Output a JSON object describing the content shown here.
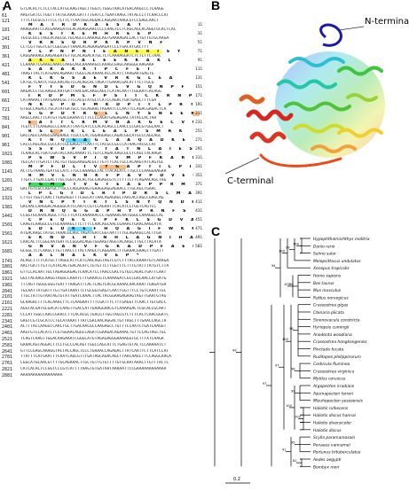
{
  "labels": {
    "a": "A",
    "b": "B",
    "c": "C"
  },
  "panel_b": {
    "n_terminal": "N-terminal",
    "c_terminal": "C-terminal"
  },
  "panel_c": {
    "scale_label": "0.2",
    "taxa": [
      "Hypophthalmichthys molitrix",
      "Danio rerio",
      "Salmo salar",
      "Melopsittacus undulatus",
      "Xenopus tropicalis",
      "Homo sapiens",
      "Bos taurus",
      "Mus musculus",
      "Rattus norvegicus",
      "Crassostrea gigas",
      "Ctenaria plicata",
      "Sinonovacula constricta",
      "Hyriopsis cumingii",
      "Anodonta woodiana",
      "Crassostrea hongkongensis",
      "Pinctada fucata",
      "Ruditapes philippinarum",
      "Corbicula fluminea",
      "Crassostrea virginica",
      "Mytilus coruscus",
      "Argopecten irradians",
      "Azumapecten farreri",
      "Mizuhopecten yessoensis",
      "Haliotis rufescens",
      "Haliotis discus hannai",
      "Haliotis diversicolor",
      "Haliotis discus",
      "Scylla paramamosain",
      "Penaeus vannamei",
      "Portunus trituberculatus",
      "Aedes aegypti",
      "Bombyx mori"
    ],
    "support": [
      "100",
      "99",
      "100",
      "98",
      "100",
      "94",
      "98",
      "58",
      "100",
      "99",
      "100",
      "100",
      "97",
      "95",
      "81",
      "91",
      "97",
      "99",
      "100",
      "97",
      "96",
      "93",
      "95",
      "100",
      "100",
      "100",
      "84",
      "100",
      "62",
      "100",
      "88",
      "100"
    ]
  },
  "panel_a": {
    "rows": [
      {
        "l": "1",
        "nt": "GTCACACTCTCCTACCATGCAAGTAGCTTGGTCTGGGTAACATGACAAGCCCTCAAGG",
        "aa": "",
        "r": ""
      },
      {
        "l": "61",
        "nt": "AAGTGATCCTGGTTTATGCAAACGATTTTGATCCTGAATAAGCTATACCCTTCAACCCAT",
        "aa": "",
        "r": ""
      },
      {
        "l": "121",
        "nt": "TTTCTGCGCGTTTCCTCTTCTTAATGGCAGGACCAGGAATAAGCGTCCGAGCAACT",
        "aa": "M A T R D K A E S A T",
        "r": "11"
      },
      {
        "l": "181",
        "nt": "AAAGGAATCCACGAAAGATGCACAGAGGAACCCCCAAGTCCTCAGCAGCACAGGTGCACTCAC",
        "aa": "K E S T K E M H R E E P",
        "r": "31"
      },
      {
        "l": "241",
        "nt": "TGCGCGCCTAGCACAGCGCTGCAGCCCAAAAGCAGTGAAAAGACCACTTGTTGTGCAAGA",
        "aa": "V R R S Q R P K K P V N F",
        "r": "51"
      },
      {
        "l": "301",
        "nt": "CCTCGTTGGTCGTCGGCGGTTAAACACAGAAGAAGATCCCTGACATGACTTT",
        "aa": "P L P N P N I E A N E R I S Y",
        "r": "71"
      },
      {
        "l": "361",
        "nt": "CAGGAAAAGCAAGAGGATGTTGCACAGACATGCTCTCAAAAGGATCTCTCTTCTAAC",
        "aa": "A K G A I A L E E K K A K L",
        "r": "91"
      },
      {
        "l": "421",
        "nt": "CCAAAATCGAAGCAAACCAAGCAGCAAAAAGCCAAAGCGAGCAAGGGCAAGAAA",
        "aa": "E A K A K K T P C F E T",
        "r": "111"
      },
      {
        "l": "481",
        "nt": "TAAGTTACTCATGAACAGAAATTGGCCACAAAACACCACATCTAAGAATGAGTG",
        "aa": "K L K G S A E V R K G L E A",
        "r": "131"
      },
      {
        "l": "541",
        "nt": "CATGCTCAATCTGGCAACAGTCCACAGCACTAGATTGAAACGACATTTCTTGCG",
        "aa": "F Y T E D G N D L V G Q N P F",
        "r": "151"
      },
      {
        "l": "601",
        "nt": "AAGACCCTGCAAGGCAATGATTAACGACAAGCAGCTCATACAATTTGGAATCACAGG",
        "aa": "I R D P M L F P S I T C K R N P",
        "r": "171"
      },
      {
        "l": "661",
        "nt": "CATAAAACTTATGAAACGCTTCCACGTATGCTCATCCAGACTGATGAGCTTTCGA",
        "aa": "N K L P D F M K D P I T L P R T",
        "r": "191"
      },
      {
        "l": "721",
        "nt": "GTGGCCAGACCTGCATATGATGCCTGCAGAACTAGAATCCCAATTCCAGACGAGACTCA",
        "aa": "S G P D Y R G L L N Y S N E E R",
        "r": "211"
      },
      {
        "l": "781",
        "nt": "AAGCCAACTTCATGTTGACGAAAATCTTCCCCAGATGAGAGAACTATACCACTAA",
        "aa": "E A T T C K M V N A K G E C V C K F",
        "r": "231"
      },
      {
        "l": "841",
        "nt": "TCGTCTTCAAGAGCCCAACATTAATCATCCCACACAGCCCAACCCCGACGTGGCAACT",
        "aa": "R S L F K L L E A L P S M R K",
        "r": "251"
      },
      {
        "l": "901",
        "nt": "GACCAGCCAAGCGAAGAAGCTCGCCCACTGGAGGAGCCAGACGGCATGCCCAGCAGC",
        "aa": "K T N Q G A G L A A Q A D K E",
        "r": "271"
      },
      {
        "l": "961",
        "nt": "CACCCAGCAGCCGCCATCGCGAGGTTCAATTCTACGCCGCCCATAAGTACGCCAT",
        "aa": "S S V D P D Y T A T N L A I E S G Y",
        "r": "291"
      },
      {
        "l": "1021",
        "nt": "TCAAGCACTGATCGATACCAACAAAATTCTGTCCAGACAAGCGCCTCAGCTACAAGA",
        "aa": "P S W S V P I Q V M P F K A R K L W",
        "r": "311"
      },
      {
        "l": "1081",
        "nt": "TGCCATTTGATCTTACTGTTGGGAAGGACGCTTGTTTCACTGCCACAAGTATCAGTGC",
        "aa": "M P F D L T V Y G A P T I L P I V G",
        "r": "331"
      },
      {
        "l": "1141",
        "nt": "ACTTGTAAAGTGATGCCATCTTGCCAAAAGCTACTTACACATCTTGCCCCAAGGAAGAA",
        "aa": "R M V L N N K F P A V P D V E Q I A",
        "r": "351"
      },
      {
        "l": "1201",
        "nt": "TTGTCTTGACCGACTTGCTGGTCACACTGCCAGAGCGTCTTTTTCTTCAGAACAGCTAG",
        "aa": "Y G M A T V G T E A S P P R M L O",
        "r": "371"
      },
      {
        "l": "1261",
        "nt": "GACTGTCGCCAGTGCTTGCCCAGGAAAGTGAAGGAGGAGAACCTTGCAGCTGAAC",
        "aa": "L P L G I D L R I P D R S L M A N",
        "r": "391"
      },
      {
        "l": "1321",
        "nt": "CTTGTTGGTCAACTTGAGAGGTTTCGGCATTAACAGAGAGCTAACACCAGCCGAGCAG",
        "aa": "V N C P Y T R T L S N Y Q N D P Q C",
        "r": "411"
      },
      {
        "l": "1381",
        "nt": "GACAACCAAGGACAGGGGCATCCAATCCGTCCAGAATTCACATCCTGGTCAGTCC",
        "aa": "D N N Q G G A P H Y P R N F S G P E",
        "r": "431"
      },
      {
        "l": "1441",
        "nt": "CCGGTGCAAACAGGCTTCCTTCATCAAAAAACCCTGAAAACAATGGGCCAAAGGCCAC",
        "aa": "C P E Q E C C P F K L S G D V A R Y",
        "r": "451"
      },
      {
        "l": "1501",
        "nt": "CAAGTCAAGGCCGTGCAAAAGCTTCTTTCCAACAGCAACCGAAACTGAACAAGCATA",
        "aa": "E D E D K E F H Q A G I F W K K V L P G",
        "r": "471"
      },
      {
        "l": "1561",
        "nt": "ATGACAAGCTATGCTAAACGCAGCTAGATGATCGGTAATTTTGCAGAAGCCACTTGA",
        "aa": "E K N D L H I N H L A G N I H A Q E P",
        "r": "491"
      },
      {
        "l": "1621",
        "nt": "CAACACTTCGGCAATGATTCCGGGACAGGTGGAAGTAGGTACAAGCTTGCTTACATA",
        "aa": "G N V A N V F G K A D P F A E P T D",
        "r": "501"
      },
      {
        "l": "1681",
        "nt": "GCGGCTCTCAAGCTTGTTAACCTTACTAAGCTCAGGAACTTTGAAACGAAGTTTGATT",
        "aa": "A A L N A L K V E P *",
        "r": ""
      },
      {
        "l": "1741",
        "nt": "ACAGCTTTTCATGCTTAGGCATTCATCAACAGGTAGTCGTCTTTACCAAAATGTCAAAGA",
        "aa": "",
        "r": ""
      },
      {
        "l": "1801",
        "nt": "AACTGATTTGTTCATACAGTGACACATCTGTGTTCTTGGTTTCTTTGTATTTATGTCTTA",
        "aa": "",
        "r": ""
      },
      {
        "l": "1861",
        "nt": "GTTCCACAATTGCTAGAGGAGAGTCAACATCCTAACCGACTGTGCCAGACTGATTCAAT",
        "aa": "",
        "r": ""
      },
      {
        "l": "1921",
        "nt": "GGCTACAAGCAAGGTAGGCCAAATCTTGAAACGTCAAAAGATCGCCGACAACCATGATG",
        "aa": "",
        "r": ""
      },
      {
        "l": "1981",
        "nt": "TTTAGTTGGGCGGGTGATTTAAGATTTACTCAGTCACGCAAAACAACAAATTGAGATGA",
        "aa": "",
        "r": ""
      },
      {
        "l": "2041",
        "nt": "TGCAATTATGATTTGTTGATAAATTCTGCGGTGAGTCAATTGGTTTCCTGTCAAATTGC",
        "aa": "",
        "r": ""
      },
      {
        "l": "2101",
        "nt": "TTGCTATTGTAATAGTGTATTGATCAAACTTACTACGGAAGAGAAGTAGTTGAATGTAG",
        "aa": "",
        "r": ""
      },
      {
        "l": "2161",
        "nt": "GCAAGACTTTCACAAACTTCTCAAGAATTTTCGATTTCTTTGAGGTTCAACTTGTGACC",
        "aa": "",
        "r": ""
      },
      {
        "l": "2221",
        "nt": "AGGTACGATGCGACATCAAGTTGACCATTGAAGGAACGTCAAAAGACTCGCACCGCAAT",
        "aa": "",
        "r": ""
      },
      {
        "l": "2281",
        "nt": "CCCATTGGCCAACCGAACCTTCACACGCTGACGTTGGTAGCGTCTTTCACTCAACGGATC",
        "aa": "",
        "r": ""
      },
      {
        "l": "2341",
        "nt": "GAGTCGTCGCATCCTGCATAAATTTATCGACAACAGGACTGTTAGCTTTGAACCAGCTA",
        "aa": "",
        "r": ""
      },
      {
        "l": "2401",
        "nt": "ACTTTACCAAGGTCAACTGCTTGACAACGCCAAGAGCCTGTTTCCAATCTGATCAAGGT",
        "aa": "",
        "r": ""
      },
      {
        "l": "2461",
        "nt": "AAGTGTCCACATCTCGTGGAACAGGCCAGATCGAAGACAGAAACTGTTCCAGTAGCTGC",
        "aa": "",
        "r": ""
      },
      {
        "l": "2521",
        "nt": "TCAGTCAAGTTGGACAAGAAATCGGGCATGTAGAGAGGGAAAAGGTGCTTTATCAAGA",
        "aa": "",
        "r": ""
      },
      {
        "l": "2581",
        "nt": "GAAACAGTAGGACTTCCTGCCCACAGTTGGCCAGCATTCTGAGTGTACTCCAAAAATCT",
        "aa": "",
        "r": ""
      },
      {
        "l": "2641",
        "nt": "GTTCCGAGCAAAGGTACTACCAGCTCCCTGAAACCAGAGACTTATCAATTCTTCATCCAT",
        "aa": "",
        "r": ""
      },
      {
        "l": "2701",
        "nt": "TTATTTCATGAATTTCAATCAGCGTTTGATAGCAGACAGCTTAACAAGCTTCCAGGCAACA",
        "aa": "",
        "r": ""
      },
      {
        "l": "2761",
        "nt": "CGGCATGCAACGTTTTGCAGAAACTTGCTGTTGTGTTTTGTGCAATAAACTTGTTTACTC",
        "aa": "",
        "r": ""
      },
      {
        "l": "2821",
        "nt": "CATCACACTCCGGTCCCGTCATTTTAAGTGTGATAATAAAAATTCCGAAAAAAAAAAAA",
        "aa": "",
        "r": ""
      },
      {
        "l": "2881",
        "nt": "AAAAAAAAAAAAAAAAA",
        "aa": "",
        "r": ""
      }
    ]
  },
  "colors": {
    "yellow_highlight": "#ffff00",
    "orange_highlight": "#f4a460",
    "cyan_highlight": "#33ccff",
    "green_highlight": "#00cc33",
    "red_text": "#cc0000"
  }
}
